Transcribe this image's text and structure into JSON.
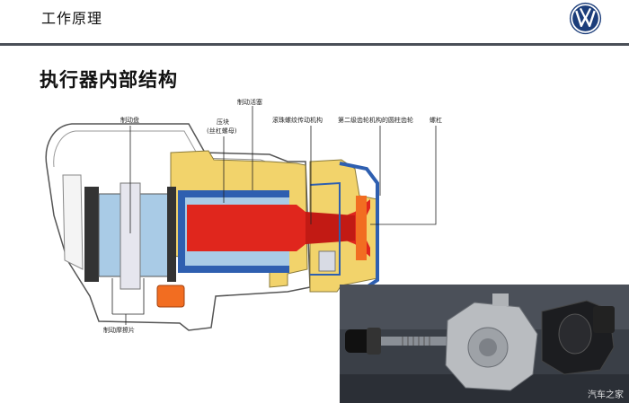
{
  "header": {
    "title": "工作原理"
  },
  "subtitle": "执行器内部结构",
  "labels": {
    "brake_disc": "制动盘",
    "brake_piston": "制动活塞",
    "pressure_block": "压块",
    "pressure_block_sub": "(丝杠螺母)",
    "ball_screw": "滚珠螺纹传动机构",
    "second_stage_gear": "第二级齿轮机构的圆柱齿轮",
    "spindle": "螺杠",
    "brake_pad": "制动摩擦片"
  },
  "watermark": "汽车之家",
  "colors": {
    "caliper_outline": "#555555",
    "housing_yellow": "#f2d36b",
    "piston_blue": "#2e5fb0",
    "light_blue": "#a9cbe6",
    "spindle_red": "#e0261d",
    "pad_orange": "#f26d21",
    "header_rule": "#4a4f57"
  }
}
